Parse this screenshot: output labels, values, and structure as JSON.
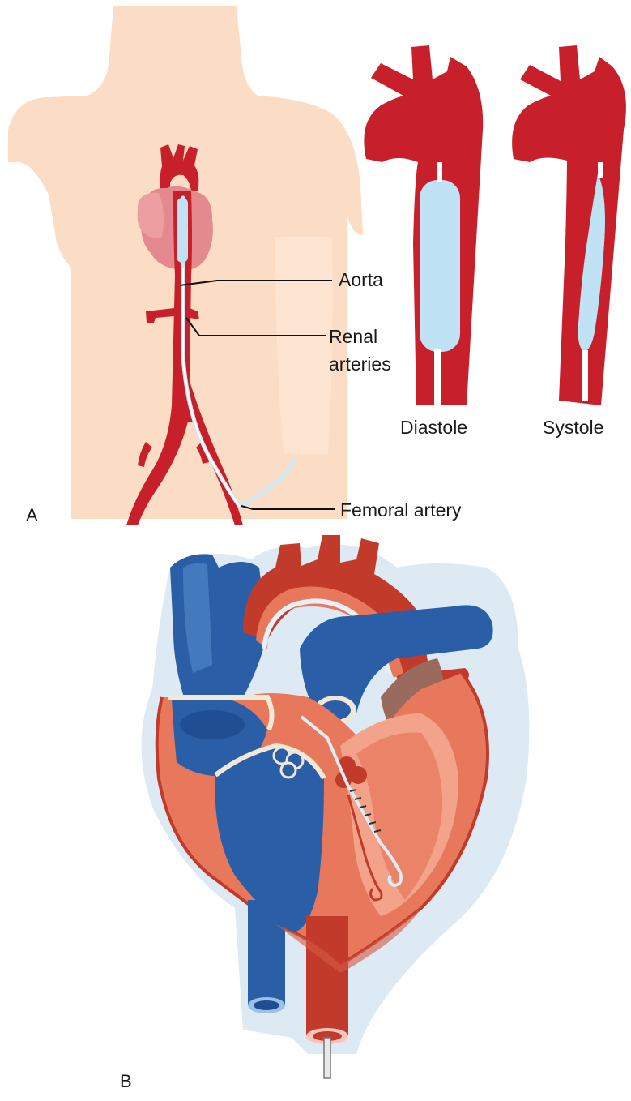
{
  "panel_a": {
    "panel_letter": "A",
    "labels": {
      "aorta": "Aorta",
      "renal_line1": "Renal",
      "renal_line2": "arteries",
      "femoral": "Femoral artery",
      "diastole": "Diastole",
      "systole": "Systole"
    }
  },
  "panel_b": {
    "panel_letter": "B"
  },
  "colors": {
    "artery_red": "#c8202a",
    "balloon_blue": "#bfe3f5",
    "skin": "#fbdcc4",
    "heart_pink": "#e48a8e",
    "vein_blue": "#2a5fa8",
    "myocardium": "#e8785c"
  }
}
